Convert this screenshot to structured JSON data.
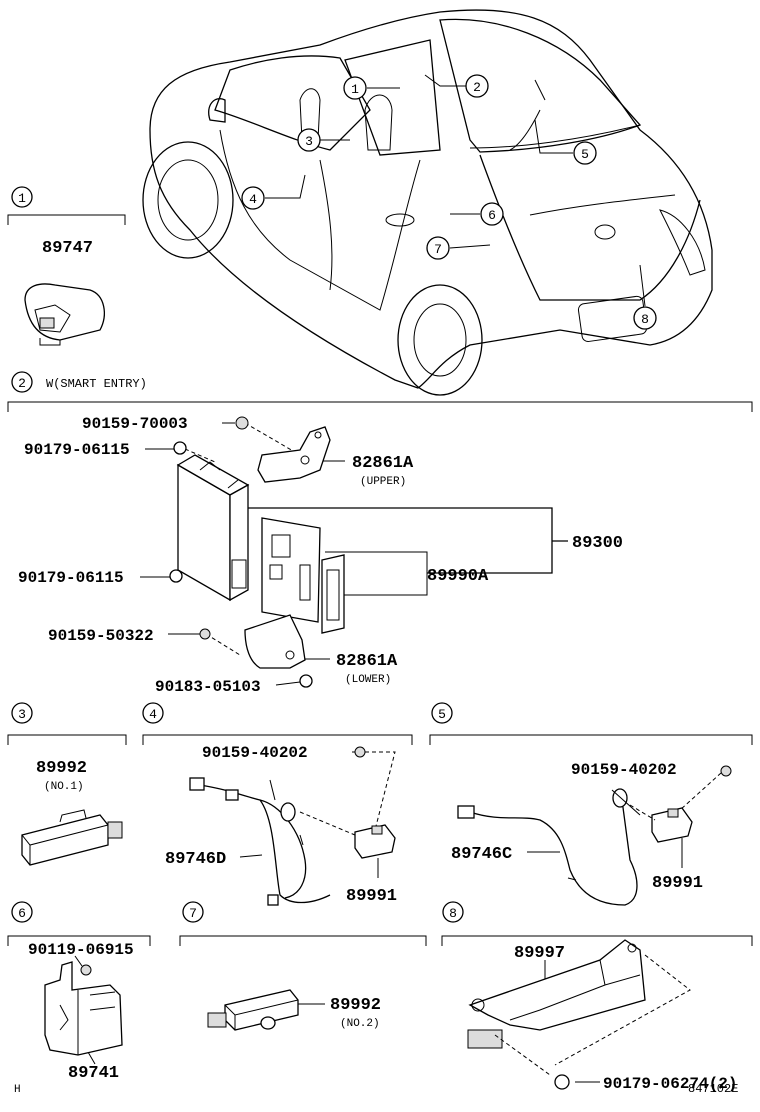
{
  "car_callouts": [
    "1",
    "2",
    "3",
    "4",
    "5",
    "6",
    "7",
    "8"
  ],
  "sections": {
    "s1": {
      "num": "1",
      "part": "89747"
    },
    "s2": {
      "num": "2",
      "caption": "W(SMART ENTRY)",
      "parts": {
        "bolt_top": "90159-70003",
        "nut_left": "90179-06115",
        "bracket_upper": "82861A",
        "bracket_upper_note": "(UPPER)",
        "ecu": "89300",
        "card": "89990A",
        "nut_left2": "90179-06115",
        "bolt_low": "90159-50322",
        "bracket_lower": "82861A",
        "bracket_lower_note": "(LOWER)",
        "nut_low": "90183-05103"
      }
    },
    "s3": {
      "num": "3",
      "part": "89992",
      "note": "(NO.1)"
    },
    "s4": {
      "num": "4",
      "bolt": "90159-40202",
      "wire": "89746D",
      "sensor": "89991"
    },
    "s5": {
      "num": "5",
      "bolt": "90159-40202",
      "wire": "89746C",
      "sensor": "89991"
    },
    "s6": {
      "num": "6",
      "bolt": "90119-06915",
      "part": "89741"
    },
    "s7": {
      "num": "7",
      "part": "89992",
      "note": "(NO.2)"
    },
    "s8": {
      "num": "8",
      "part": "89997",
      "nut": "90179-06274(2)"
    }
  },
  "footer": {
    "left": "H",
    "right": "847102E"
  }
}
